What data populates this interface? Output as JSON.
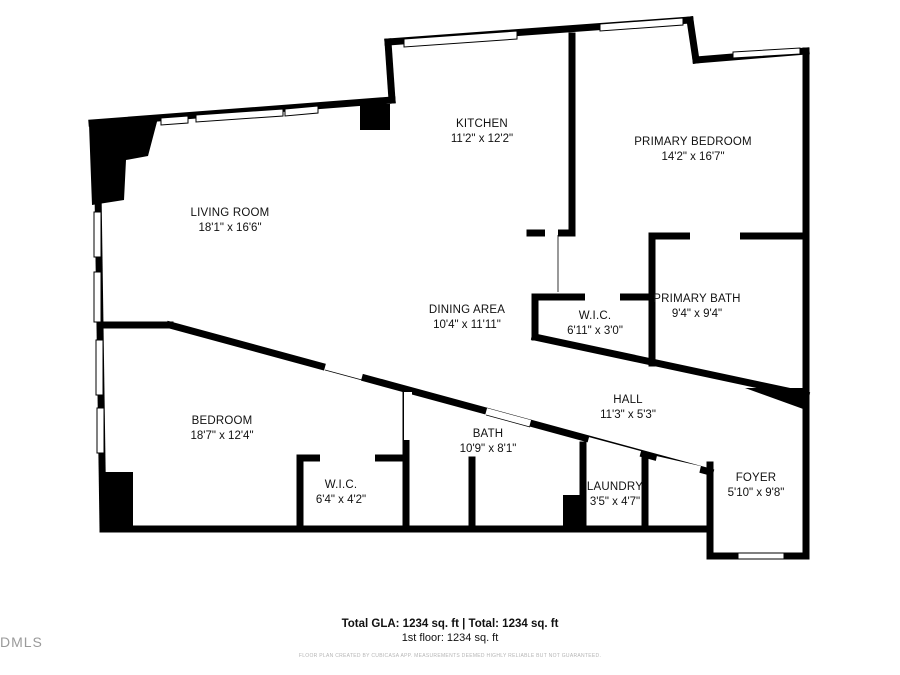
{
  "rooms": {
    "kitchen": {
      "name": "KITCHEN",
      "dims": "11'2\" x 12'2\""
    },
    "primary_bedroom": {
      "name": "PRIMARY BEDROOM",
      "dims": "14'2\" x 16'7\""
    },
    "living_room": {
      "name": "LIVING ROOM",
      "dims": "18'1\" x 16'6\""
    },
    "dining_area": {
      "name": "DINING AREA",
      "dims": "10'4\" x 11'11\""
    },
    "wic_primary": {
      "name": "W.I.C.",
      "dims": "6'11\" x 3'0\""
    },
    "primary_bath": {
      "name": "PRIMARY BATH",
      "dims": "9'4\" x 9'4\""
    },
    "hall": {
      "name": "HALL",
      "dims": "11'3\" x 5'3\""
    },
    "bedroom": {
      "name": "BEDROOM",
      "dims": "18'7\" x 12'4\""
    },
    "bath": {
      "name": "BATH",
      "dims": "10'9\" x 8'1\""
    },
    "wic_bedroom": {
      "name": "W.I.C.",
      "dims": "6'4\" x 4'2\""
    },
    "laundry": {
      "name": "LAUNDRY",
      "dims": "3'5\" x 4'7\""
    },
    "foyer": {
      "name": "FOYER",
      "dims": "5'10\" x 9'8\""
    }
  },
  "totals": {
    "summary": "Total GLA: 1234 sq. ft | Total: 1234 sq. ft",
    "floor": "1st floor: 1234 sq. ft"
  },
  "disclaimer": "FLOOR PLAN CREATED BY CUBICASA APP. MEASUREMENTS DEEMED HIGHLY RELIABLE BUT NOT GUARANTEED.",
  "watermark": "DMLS",
  "colors": {
    "wall": "#000000",
    "window": "#ffffff",
    "text": "#111111"
  }
}
